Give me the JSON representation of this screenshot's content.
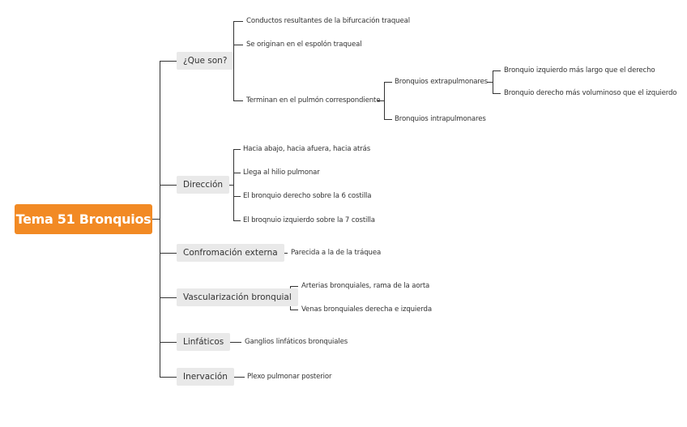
{
  "root": "Tema 51 Bronquios",
  "branches": [
    {
      "label": "¿Que son?",
      "children": [
        {
          "label": "Conductos resultantes de la bifurcación traqueal"
        },
        {
          "label": "Se originan en el espolón traqueal"
        },
        {
          "label": "Terminan en el pulmón correspondiente",
          "children": [
            {
              "label": "Bronquios extrapulmonares",
              "children": [
                {
                  "label": "Bronquio izquierdo más largo que el derecho"
                },
                {
                  "label": "Bronquio derecho más voluminoso que el izquierdo"
                }
              ]
            },
            {
              "label": "Bronquios intrapulmonares"
            }
          ]
        }
      ]
    },
    {
      "label": "Dirección",
      "children": [
        {
          "label": "Hacia abajo, hacia afuera, hacia atrás"
        },
        {
          "label": "Llega al hilio pulmonar"
        },
        {
          "label": "El bronquio derecho sobre la 6 costilla"
        },
        {
          "label": "El broqnuio izquierdo sobre la 7 costilla"
        }
      ]
    },
    {
      "label": "Confromación externa",
      "children": [
        {
          "label": "Parecida a la de la tráquea"
        }
      ]
    },
    {
      "label": "Vascularización bronquial",
      "children": [
        {
          "label": "Arterias bronquiales, rama de la aorta"
        },
        {
          "label": "Venas bronquiales derecha e izquierda"
        }
      ]
    },
    {
      "label": "Linfáticos",
      "children": [
        {
          "label": "Ganglios linfáticos bronquiales"
        }
      ]
    },
    {
      "label": "Inervación",
      "children": [
        {
          "label": "Plexo pulmonar posterior"
        }
      ]
    }
  ]
}
